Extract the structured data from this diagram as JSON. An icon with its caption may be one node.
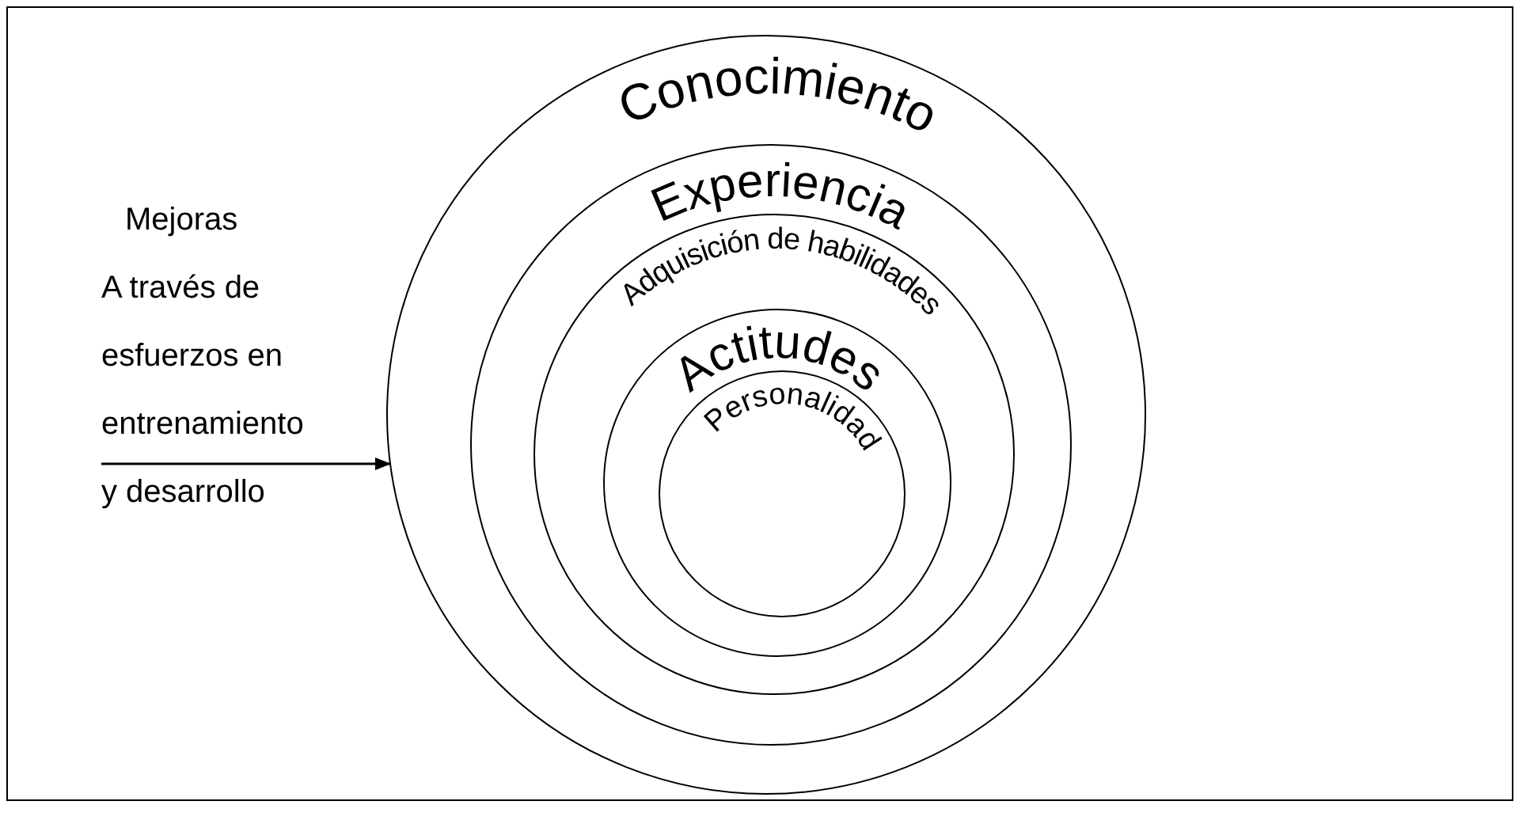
{
  "diagram": {
    "nodes": [
      {
        "text": [
          "Conocimiento"
        ]
      },
      {
        "text": [
          "Experiencia"
        ],
        "in": 0
      },
      {
        "text": [
          "Adquisición de habilidades"
        ],
        "in": 1
      },
      {
        "text": [
          "Actitudes"
        ],
        "in": 2
      },
      {
        "text": [
          "Personalidad"
        ],
        "in": 3
      },
      {
        "text": [
          "Mejoras",
          "A través de esfuerzos en entrenamiento y desarrollo"
        ]
      }
    ],
    "edges": [
      {
        "from": 5,
        "to": 0,
        "arrow": "to"
      }
    ]
  }
}
